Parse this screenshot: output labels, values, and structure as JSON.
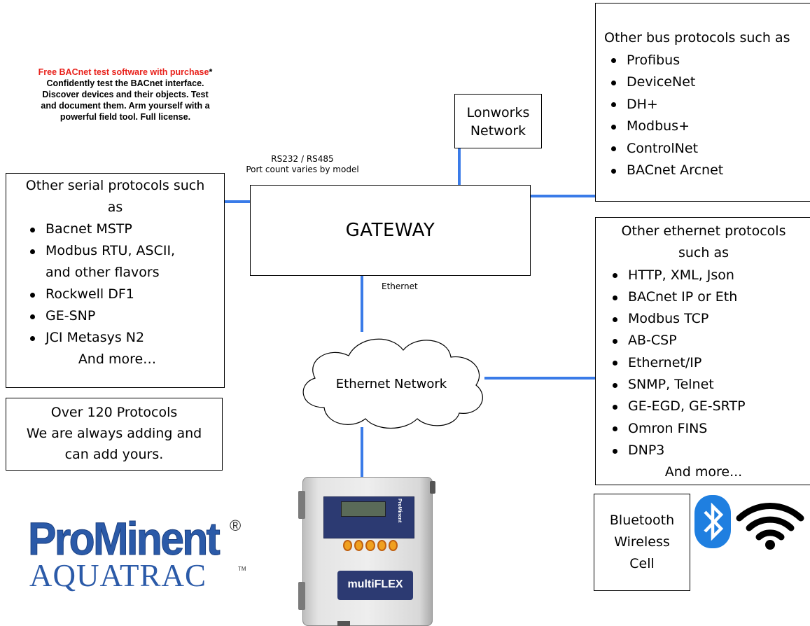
{
  "promo": {
    "highlight": "Free BACnet test software with purchase",
    "asterisk": "*",
    "line1": "Confidently test the BACnet interface.",
    "line2": "Discover devices and their objects. Test",
    "line3": "and document them. Arm yourself with a",
    "line4": "powerful field tool. Full license."
  },
  "serial_label": {
    "line1": "RS232 / RS485",
    "line2": "Port count varies by model"
  },
  "ethernet_label": "Ethernet",
  "lonworks": {
    "line1": "Lonworks",
    "line2": "Network"
  },
  "gateway_label": "GATEWAY",
  "cloud_label": "Ethernet Network",
  "bus_box": {
    "title": "Other bus protocols such as",
    "items": [
      "Profibus",
      "DeviceNet",
      "DH+",
      "Modbus+",
      "ControlNet",
      "BACnet Arcnet"
    ]
  },
  "serial_box": {
    "title_line1": "Other serial protocols such",
    "title_line2": "as",
    "items": [
      "Bacnet MSTP",
      "Modbus RTU, ASCII,",
      "and other flavors",
      "Rockwell DF1",
      "GE-SNP",
      "JCI Metasys N2"
    ],
    "footer": "And more…"
  },
  "ethernet_box": {
    "title_line1": "Other ethernet protocols",
    "title_line2": "such as",
    "items": [
      "HTTP, XML, Json",
      "BACnet IP or Eth",
      "Modbus TCP",
      "AB-CSP",
      "Ethernet/IP",
      "SNMP, Telnet",
      "GE-EGD, GE-SRTP",
      "Omron FINS",
      "DNP3"
    ],
    "footer": "And more..."
  },
  "protocols_box": {
    "line1": "Over 120 Protocols",
    "line2": "We are always adding and",
    "line3": "can add yours."
  },
  "wireless_box": {
    "line1": "Bluetooth",
    "line2": "Wireless",
    "line3": "Cell"
  },
  "logo": {
    "brand": "ProMinent",
    "registered": "®",
    "sub": "AQUATRAC",
    "tm": "TM"
  },
  "device": {
    "name": "multiFLEX",
    "badge": "ProMinent"
  },
  "colors": {
    "connector": "#3a7be8",
    "promo_red": "#e8211b",
    "logo_blue": "#2b5aa8",
    "bluetooth_blue": "#1f7fe0"
  }
}
